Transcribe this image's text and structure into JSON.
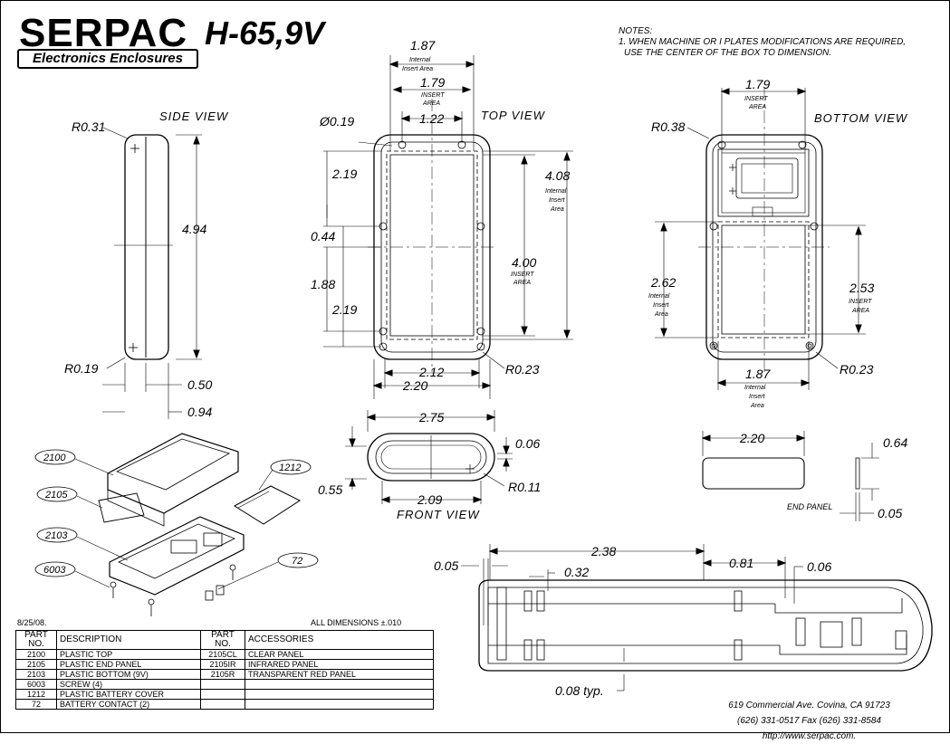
{
  "header": {
    "brand": "SERPAC",
    "tagline": "Electronics Enclosures",
    "model": "H-65,9V"
  },
  "notes": {
    "title": "NOTES:",
    "line1": "1. WHEN MACHINE OR I PLATES MODIFICATIONS ARE REQUIRED,",
    "line2": "USE THE CENTER OF THE BOX TO DIMENSION."
  },
  "views": {
    "side": "SIDE VIEW",
    "top": "TOP VIEW",
    "bottom": "BOTTOM VIEW",
    "front": "FRONT VIEW",
    "end_panel": "END PANEL"
  },
  "dimensions": {
    "side": {
      "r_top": "R0.31",
      "r_bottom": "R0.19",
      "height": "4.94",
      "w1": "0.50",
      "w2": "0.94"
    },
    "top": {
      "internal_w": "1.87",
      "internal_label": [
        "Internal",
        "Insert Area"
      ],
      "insert_w": "1.79",
      "insert_label": [
        "INSERT",
        "AREA"
      ],
      "hole_span": "1.22",
      "hole_dia": "Ø0.19",
      "d219a": "2.19",
      "d044": "0.44",
      "d188": "1.88",
      "d219b": "2.19",
      "internal_h": "4.08",
      "internal_h_label": [
        "Internal",
        "Insert",
        "Area"
      ],
      "insert_h": "4.00",
      "insert_h_label": [
        "INSERT",
        "AREA"
      ],
      "w212": "2.12",
      "w220": "2.20",
      "r023": "R0.23"
    },
    "bottom": {
      "r038": "R0.38",
      "insert_w": "1.79",
      "insert_label": [
        "INSERT",
        "AREA"
      ],
      "left_h": "2.62",
      "left_label": [
        "Internal",
        "Insert",
        "Area"
      ],
      "right_h": "2.53",
      "right_label": [
        "INSERT",
        "AREA"
      ],
      "width": "1.87",
      "width_label": [
        "Internal",
        "Insert",
        "Area"
      ],
      "r023": "R0.23"
    },
    "front": {
      "w275": "2.75",
      "t006": "0.06",
      "h055": "0.55",
      "w209": "2.09",
      "r011": "R0.11"
    },
    "end_panel": {
      "w220": "2.20",
      "h064": "0.64",
      "t005": "0.05"
    },
    "section": {
      "d238": "2.38",
      "d005": "0.05",
      "d032": "0.32",
      "d081": "0.81",
      "d006": "0.06",
      "typ": "0.08 typ."
    }
  },
  "callouts": [
    "2100",
    "2105",
    "2103",
    "6003",
    "1212",
    "72"
  ],
  "date": "8/25/08.",
  "tolerance": "ALL DIMENSIONS ±.010",
  "parts_table": {
    "headers": [
      "PART NO.",
      "DESCRIPTION",
      "PART NO.",
      "ACCESSORIES"
    ],
    "rows": [
      [
        "2100",
        "PLASTIC TOP",
        "2105CL",
        "CLEAR PANEL"
      ],
      [
        "2105",
        "PLASTIC END PANEL",
        "2105IR",
        "INFRARED PANEL"
      ],
      [
        "2103",
        "PLASTIC BOTTOM (9V)",
        "2105R",
        "TRANSPARENT RED PANEL"
      ],
      [
        "6003",
        "SCREW (4)",
        "",
        ""
      ],
      [
        "1212",
        "PLASTIC BATTERY COVER",
        "",
        ""
      ],
      [
        "72",
        "BATTERY CONTACT (2)",
        "",
        ""
      ]
    ]
  },
  "address": {
    "line1": "619 Commercial Ave. Covina, CA 91723",
    "line2": "(626) 331-0517  Fax (626) 331-8584  http://www.serpac.com."
  }
}
